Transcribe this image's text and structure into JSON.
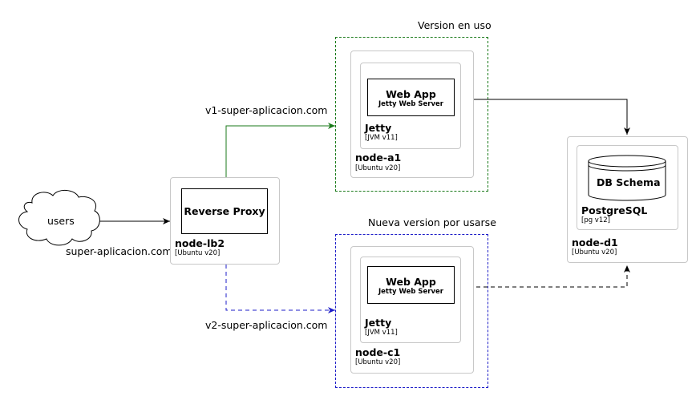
{
  "groups": {
    "in_use": "Version en uso",
    "next": "Nueva version por usarse"
  },
  "users": {
    "label": "users"
  },
  "proxy": {
    "component": "Reverse Proxy",
    "node_name": "node-lb2",
    "node_os": "[Ubuntu v20]"
  },
  "node_a1": {
    "app_title": "Web App",
    "app_sub": "Jetty Web Server",
    "runtime_name": "Jetty",
    "runtime_ver": "[JVM v11]",
    "node_name": "node-a1",
    "node_os": "[Ubuntu v20]"
  },
  "node_c1": {
    "app_title": "Web App",
    "app_sub": "Jetty Web Server",
    "runtime_name": "Jetty",
    "runtime_ver": "[JVM v11]",
    "node_name": "node-c1",
    "node_os": "[Ubuntu v20]"
  },
  "node_d1": {
    "db_label": "DB Schema",
    "engine_name": "PostgreSQL",
    "engine_ver": "[pg v12]",
    "node_name": "node-d1",
    "node_os": "[Ubuntu v20]"
  },
  "edges": {
    "users_proxy": "super-aplicacion.com",
    "proxy_v1": "v1-super-aplicacion.com",
    "proxy_v2": "v2-super-aplicacion.com"
  },
  "colors": {
    "green": "#1a7a1a",
    "blue": "#1c1cc8",
    "black": "#000000",
    "node_border": "#c8c8c8"
  }
}
